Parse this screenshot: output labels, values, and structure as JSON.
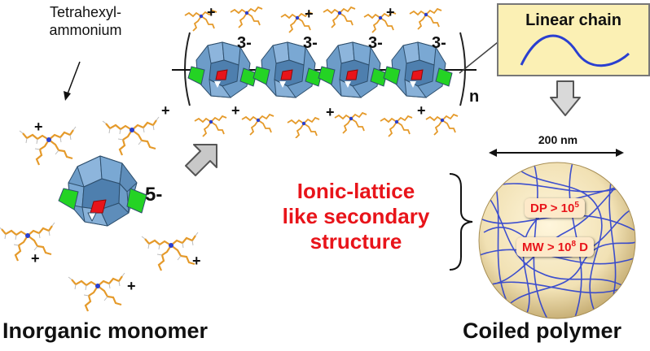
{
  "labels": {
    "counterion": "Tetrahexyl-\nammonium",
    "counterion_line1": "Tetrahexyl-",
    "counterion_line2": "ammonium",
    "monomer": "Inorganic monomer",
    "polymer": "Coiled polymer",
    "secondary_line1": "Ionic-lattice",
    "secondary_line2": "like secondary",
    "secondary_line3": "structure",
    "linear_chain": "Linear chain",
    "size": "200 nm",
    "dp_text": "DP > 10",
    "dp_exp": "5",
    "mw_text": "MW > 10",
    "mw_exp": "8",
    "mw_unit": " D",
    "repeat_n": "n",
    "monomer_charge": "5-",
    "chain_charge": "3-",
    "plus": "+"
  },
  "colors": {
    "polyoxometalate": "#5b8fbf",
    "linker": "#1fd51f",
    "core": "#e8141a",
    "highlight_text": "#e8141a",
    "chain_line": "#2a3fd0",
    "box_fill": "#fbf0b4",
    "sphere_fill": "#f4e6c0"
  }
}
